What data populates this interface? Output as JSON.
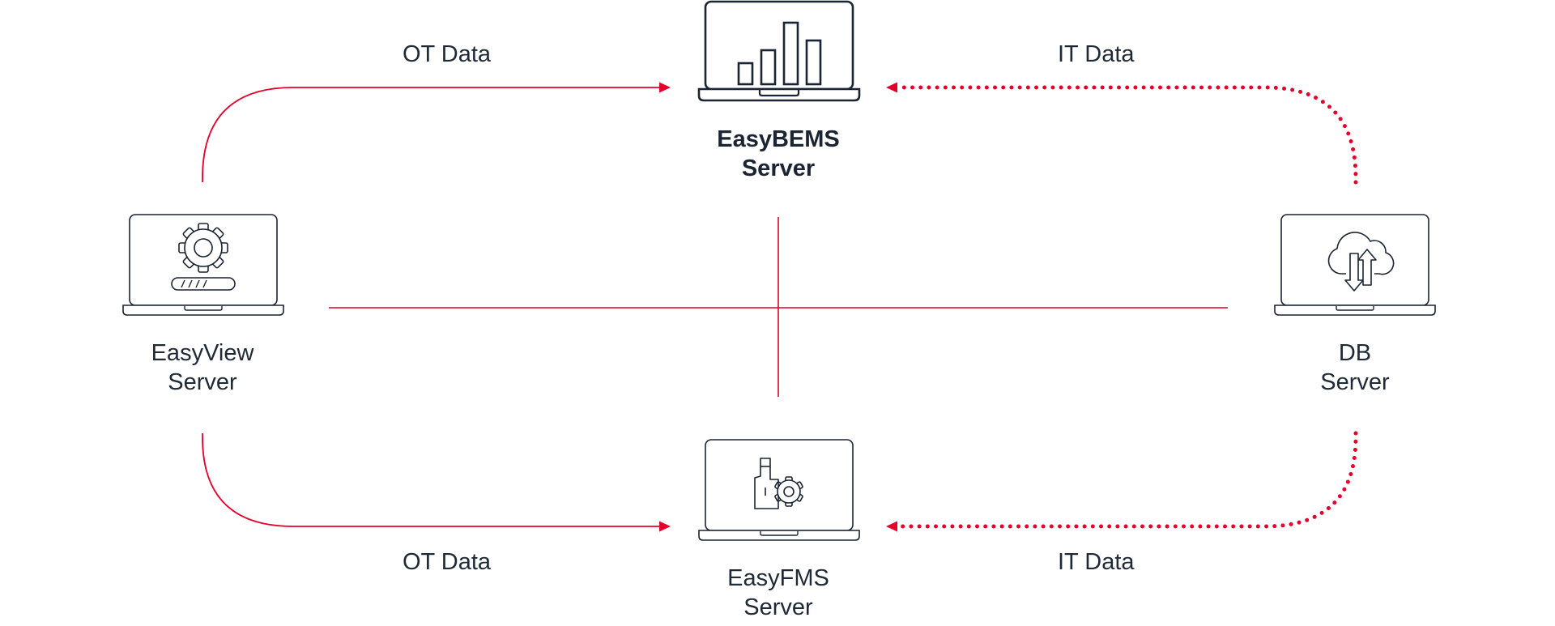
{
  "nodes": {
    "easybems": {
      "line1": "EasyBEMS",
      "line2": "Server",
      "icon": "bar-chart-icon"
    },
    "easyview": {
      "line1": "EasyView",
      "line2": "Server",
      "icon": "gear-progress-icon"
    },
    "db": {
      "line1": "DB",
      "line2": "Server",
      "icon": "cloud-sync-icon"
    },
    "easyfms": {
      "line1": "EasyFMS",
      "line2": "Server",
      "icon": "factory-gear-icon"
    }
  },
  "flows": {
    "ot_top": "OT Data",
    "it_top": "IT Data",
    "ot_bottom": "OT Data",
    "it_bottom": "IT Data"
  },
  "colors": {
    "accent": "#e4002b",
    "outline": "#1a2433"
  }
}
